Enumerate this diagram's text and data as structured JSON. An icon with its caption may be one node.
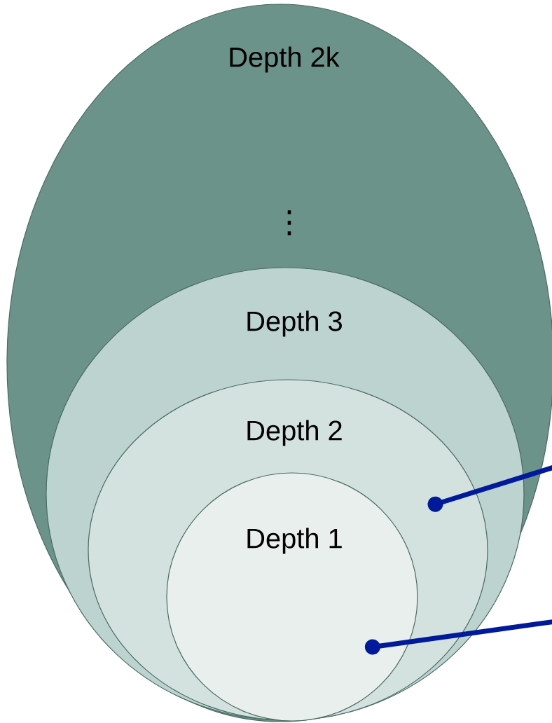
{
  "diagram": {
    "nodes": [
      {
        "text": [
          "Depth 2k",
          "⋮"
        ]
      },
      {
        "text": [
          "Depth 3"
        ],
        "in": 0
      },
      {
        "text": [
          "Depth 2"
        ],
        "in": 1
      },
      {
        "text": [
          "Depth 1"
        ],
        "in": 2
      }
    ],
    "edges": [
      {
        "from": null,
        "to": 2,
        "arrow": "other",
        "color": "#001a9c"
      },
      {
        "from": null,
        "to": 3,
        "arrow": "other",
        "color": "#001a9c"
      }
    ]
  }
}
